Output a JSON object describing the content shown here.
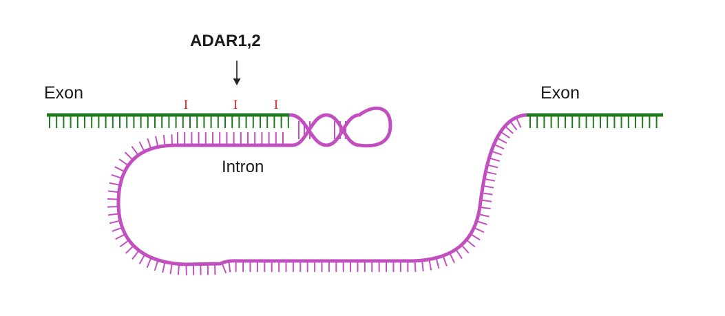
{
  "labels": {
    "exon_left": "Exon",
    "exon_right": "Exon",
    "intron": "Intron",
    "enzyme": "ADAR1,2"
  },
  "edit_marks": [
    "I",
    "I",
    "I"
  ],
  "colors": {
    "exon": "#1e7a1e",
    "intron": "#c24fbf",
    "edit_mark": "#d01c1c",
    "arrow": "#222222",
    "text": "#1a1a1a",
    "background": "#ffffff"
  }
}
